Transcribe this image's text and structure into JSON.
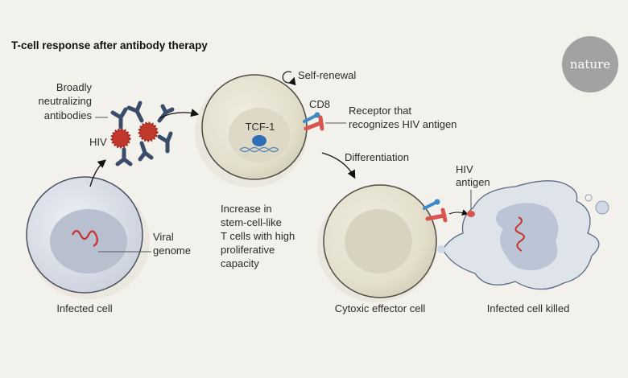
{
  "title": "T-cell response after antibody therapy",
  "logo": "nature",
  "labels": {
    "antibodies": [
      "Broadly",
      "neutralizing",
      "antibodies"
    ],
    "hiv": "HIV",
    "viral_genome": [
      "Viral",
      "genome"
    ],
    "infected_cell": "Infected cell",
    "self_renewal": "Self-renewal",
    "cd8": "CD8",
    "receptor": [
      "Receptor that",
      "recognizes HIV antigen"
    ],
    "tcf1": "TCF-1",
    "increase": [
      "Increase in",
      "stem-cell-like",
      "T cells with high",
      "proliferative",
      "capacity"
    ],
    "differentiation": "Differentiation",
    "hiv_antigen": [
      "HIV",
      "antigen"
    ],
    "effector_cell": "Cytoxic effector cell",
    "killed_cell": "Infected cell killed"
  },
  "colors": {
    "background": "#f3f1ec",
    "virus": "#c0392b",
    "antibody": "#3b4c6b",
    "receptor_red": "#d9544f",
    "receptor_blue": "#3f88c5",
    "tcell": "#e6e3d3",
    "infected": "#dde2ea"
  }
}
